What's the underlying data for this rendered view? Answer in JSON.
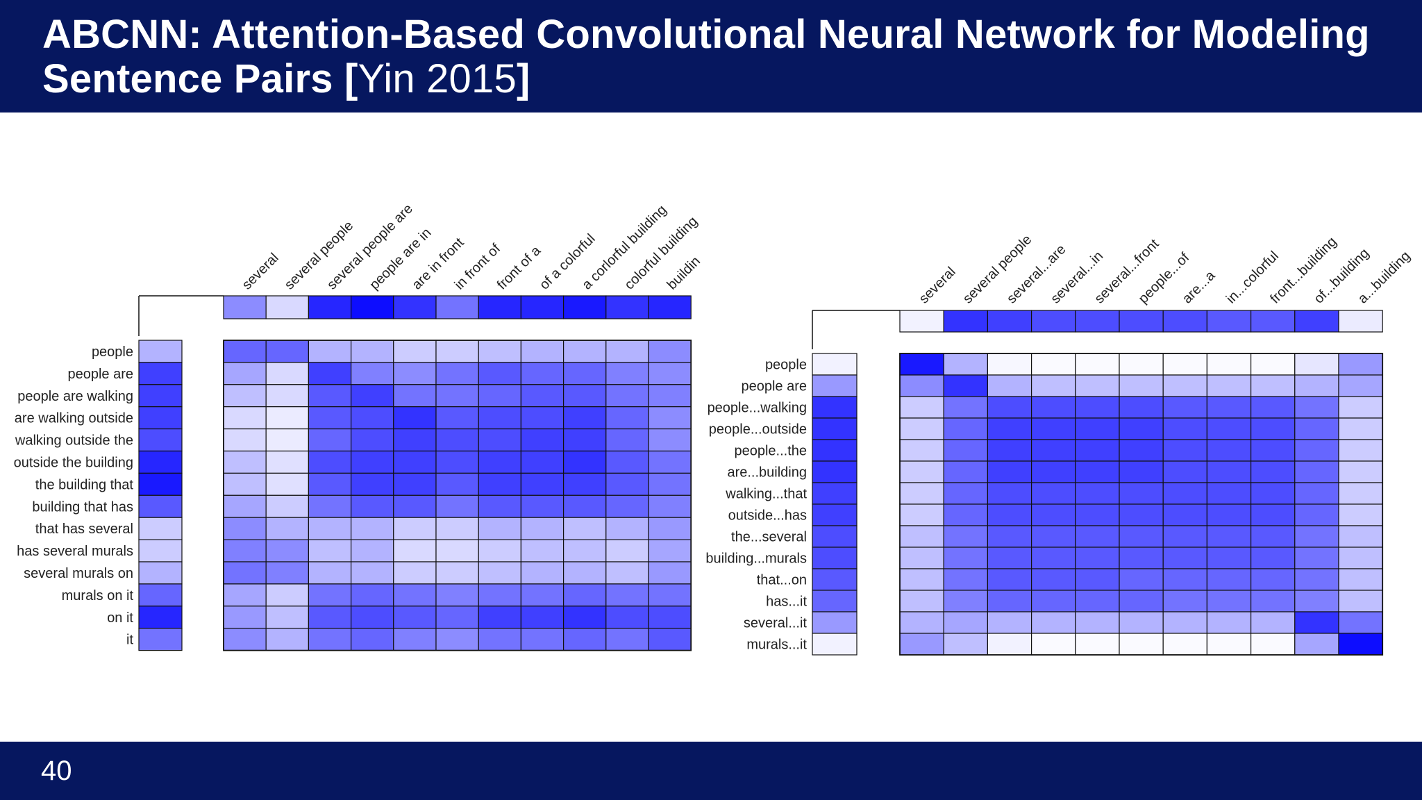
{
  "slide": {
    "title_main": "ABCNN: Attention-Based Convolutional Neural Network for Modeling Sentence Pairs ",
    "title_cite_open": "[",
    "title_cite_text": "Yin 2015",
    "title_cite_close": "]",
    "page_number": "40"
  },
  "colors": {
    "header_bg": "#06175f",
    "cell_max": "#0000ff",
    "cell_min": "#ffffff",
    "grid": "#111111"
  },
  "chart_data": [
    {
      "type": "heatmap",
      "scale": "attention weight, 0 (white) to 1 (blue)",
      "col_labels": [
        "several",
        "several people",
        "several people are",
        "people are in",
        "are in front",
        "in front of",
        "front of a",
        "of a colorful",
        "a corlorful building",
        "colorful building",
        "buildin"
      ],
      "row_labels": [
        "people",
        "people are",
        "people are walking",
        "are walking outside",
        "walking outside the",
        "outside the building",
        "the building that",
        "building that has",
        "that has several",
        "has several murals",
        "several murals on",
        "murals on it",
        "on it",
        "it"
      ],
      "col_summary": [
        0.45,
        0.15,
        0.85,
        0.95,
        0.8,
        0.55,
        0.85,
        0.85,
        0.9,
        0.8,
        0.85
      ],
      "row_summary": [
        0.3,
        0.75,
        0.75,
        0.75,
        0.7,
        0.85,
        0.9,
        0.65,
        0.2,
        0.2,
        0.3,
        0.6,
        0.85,
        0.55
      ],
      "matrix": [
        [
          0.6,
          0.6,
          0.3,
          0.3,
          0.2,
          0.2,
          0.25,
          0.3,
          0.3,
          0.3,
          0.45
        ],
        [
          0.35,
          0.15,
          0.75,
          0.5,
          0.45,
          0.55,
          0.65,
          0.6,
          0.6,
          0.5,
          0.45
        ],
        [
          0.25,
          0.15,
          0.65,
          0.75,
          0.55,
          0.55,
          0.6,
          0.65,
          0.65,
          0.55,
          0.5
        ],
        [
          0.15,
          0.08,
          0.65,
          0.7,
          0.8,
          0.65,
          0.7,
          0.7,
          0.75,
          0.6,
          0.45
        ],
        [
          0.15,
          0.08,
          0.6,
          0.7,
          0.75,
          0.7,
          0.7,
          0.75,
          0.75,
          0.6,
          0.45
        ],
        [
          0.25,
          0.12,
          0.7,
          0.75,
          0.75,
          0.7,
          0.75,
          0.75,
          0.8,
          0.65,
          0.55
        ],
        [
          0.25,
          0.12,
          0.65,
          0.75,
          0.75,
          0.65,
          0.75,
          0.75,
          0.75,
          0.65,
          0.55
        ],
        [
          0.35,
          0.2,
          0.55,
          0.65,
          0.65,
          0.55,
          0.65,
          0.65,
          0.65,
          0.6,
          0.5
        ],
        [
          0.45,
          0.3,
          0.3,
          0.3,
          0.2,
          0.2,
          0.3,
          0.3,
          0.25,
          0.3,
          0.4
        ],
        [
          0.5,
          0.45,
          0.25,
          0.3,
          0.15,
          0.15,
          0.2,
          0.25,
          0.25,
          0.2,
          0.35
        ],
        [
          0.55,
          0.5,
          0.3,
          0.3,
          0.2,
          0.2,
          0.25,
          0.3,
          0.3,
          0.25,
          0.4
        ],
        [
          0.35,
          0.2,
          0.55,
          0.6,
          0.55,
          0.5,
          0.55,
          0.55,
          0.6,
          0.55,
          0.55
        ],
        [
          0.4,
          0.25,
          0.65,
          0.7,
          0.65,
          0.6,
          0.75,
          0.75,
          0.8,
          0.7,
          0.7
        ],
        [
          0.45,
          0.3,
          0.55,
          0.6,
          0.5,
          0.45,
          0.55,
          0.55,
          0.6,
          0.55,
          0.65
        ]
      ]
    },
    {
      "type": "heatmap",
      "scale": "attention weight, 0 (white) to 1 (blue)",
      "col_labels": [
        "several",
        "several people",
        "several...are",
        "several...in",
        "several...front",
        "people...of",
        "are...a",
        "in...colorful",
        "front...building",
        "of...building",
        "a...building"
      ],
      "row_labels": [
        "people",
        "people are",
        "people...walking",
        "people...outside",
        "people...the",
        "are...building",
        "walking...that",
        "outside...has",
        "the...several",
        "building...murals",
        "that...on",
        "has...it",
        "several...it",
        "murals...it"
      ],
      "col_summary": [
        0.05,
        0.8,
        0.75,
        0.7,
        0.7,
        0.7,
        0.7,
        0.65,
        0.65,
        0.75,
        0.08
      ],
      "row_summary": [
        0.05,
        0.4,
        0.8,
        0.8,
        0.8,
        0.8,
        0.75,
        0.75,
        0.7,
        0.7,
        0.65,
        0.6,
        0.4,
        0.05
      ],
      "matrix": [
        [
          0.9,
          0.3,
          0.03,
          0.02,
          0.02,
          0.02,
          0.02,
          0.02,
          0.02,
          0.1,
          0.4
        ],
        [
          0.45,
          0.8,
          0.3,
          0.25,
          0.25,
          0.25,
          0.25,
          0.25,
          0.25,
          0.3,
          0.35
        ],
        [
          0.2,
          0.55,
          0.7,
          0.7,
          0.7,
          0.7,
          0.65,
          0.65,
          0.65,
          0.55,
          0.2
        ],
        [
          0.2,
          0.6,
          0.75,
          0.75,
          0.75,
          0.75,
          0.7,
          0.7,
          0.7,
          0.6,
          0.2
        ],
        [
          0.2,
          0.6,
          0.75,
          0.75,
          0.75,
          0.75,
          0.7,
          0.7,
          0.7,
          0.6,
          0.2
        ],
        [
          0.2,
          0.6,
          0.75,
          0.75,
          0.75,
          0.75,
          0.7,
          0.7,
          0.7,
          0.6,
          0.2
        ],
        [
          0.2,
          0.6,
          0.7,
          0.7,
          0.7,
          0.7,
          0.7,
          0.7,
          0.7,
          0.6,
          0.2
        ],
        [
          0.2,
          0.6,
          0.7,
          0.7,
          0.7,
          0.7,
          0.7,
          0.7,
          0.7,
          0.6,
          0.2
        ],
        [
          0.25,
          0.55,
          0.65,
          0.65,
          0.65,
          0.65,
          0.65,
          0.65,
          0.65,
          0.55,
          0.25
        ],
        [
          0.25,
          0.55,
          0.65,
          0.65,
          0.65,
          0.65,
          0.65,
          0.65,
          0.65,
          0.55,
          0.25
        ],
        [
          0.25,
          0.55,
          0.65,
          0.65,
          0.65,
          0.6,
          0.6,
          0.6,
          0.6,
          0.55,
          0.25
        ],
        [
          0.25,
          0.5,
          0.6,
          0.6,
          0.6,
          0.6,
          0.55,
          0.55,
          0.55,
          0.5,
          0.25
        ],
        [
          0.3,
          0.35,
          0.3,
          0.3,
          0.3,
          0.3,
          0.3,
          0.3,
          0.3,
          0.8,
          0.55
        ],
        [
          0.4,
          0.25,
          0.05,
          0.02,
          0.02,
          0.02,
          0.02,
          0.02,
          0.02,
          0.35,
          0.95
        ]
      ]
    }
  ]
}
